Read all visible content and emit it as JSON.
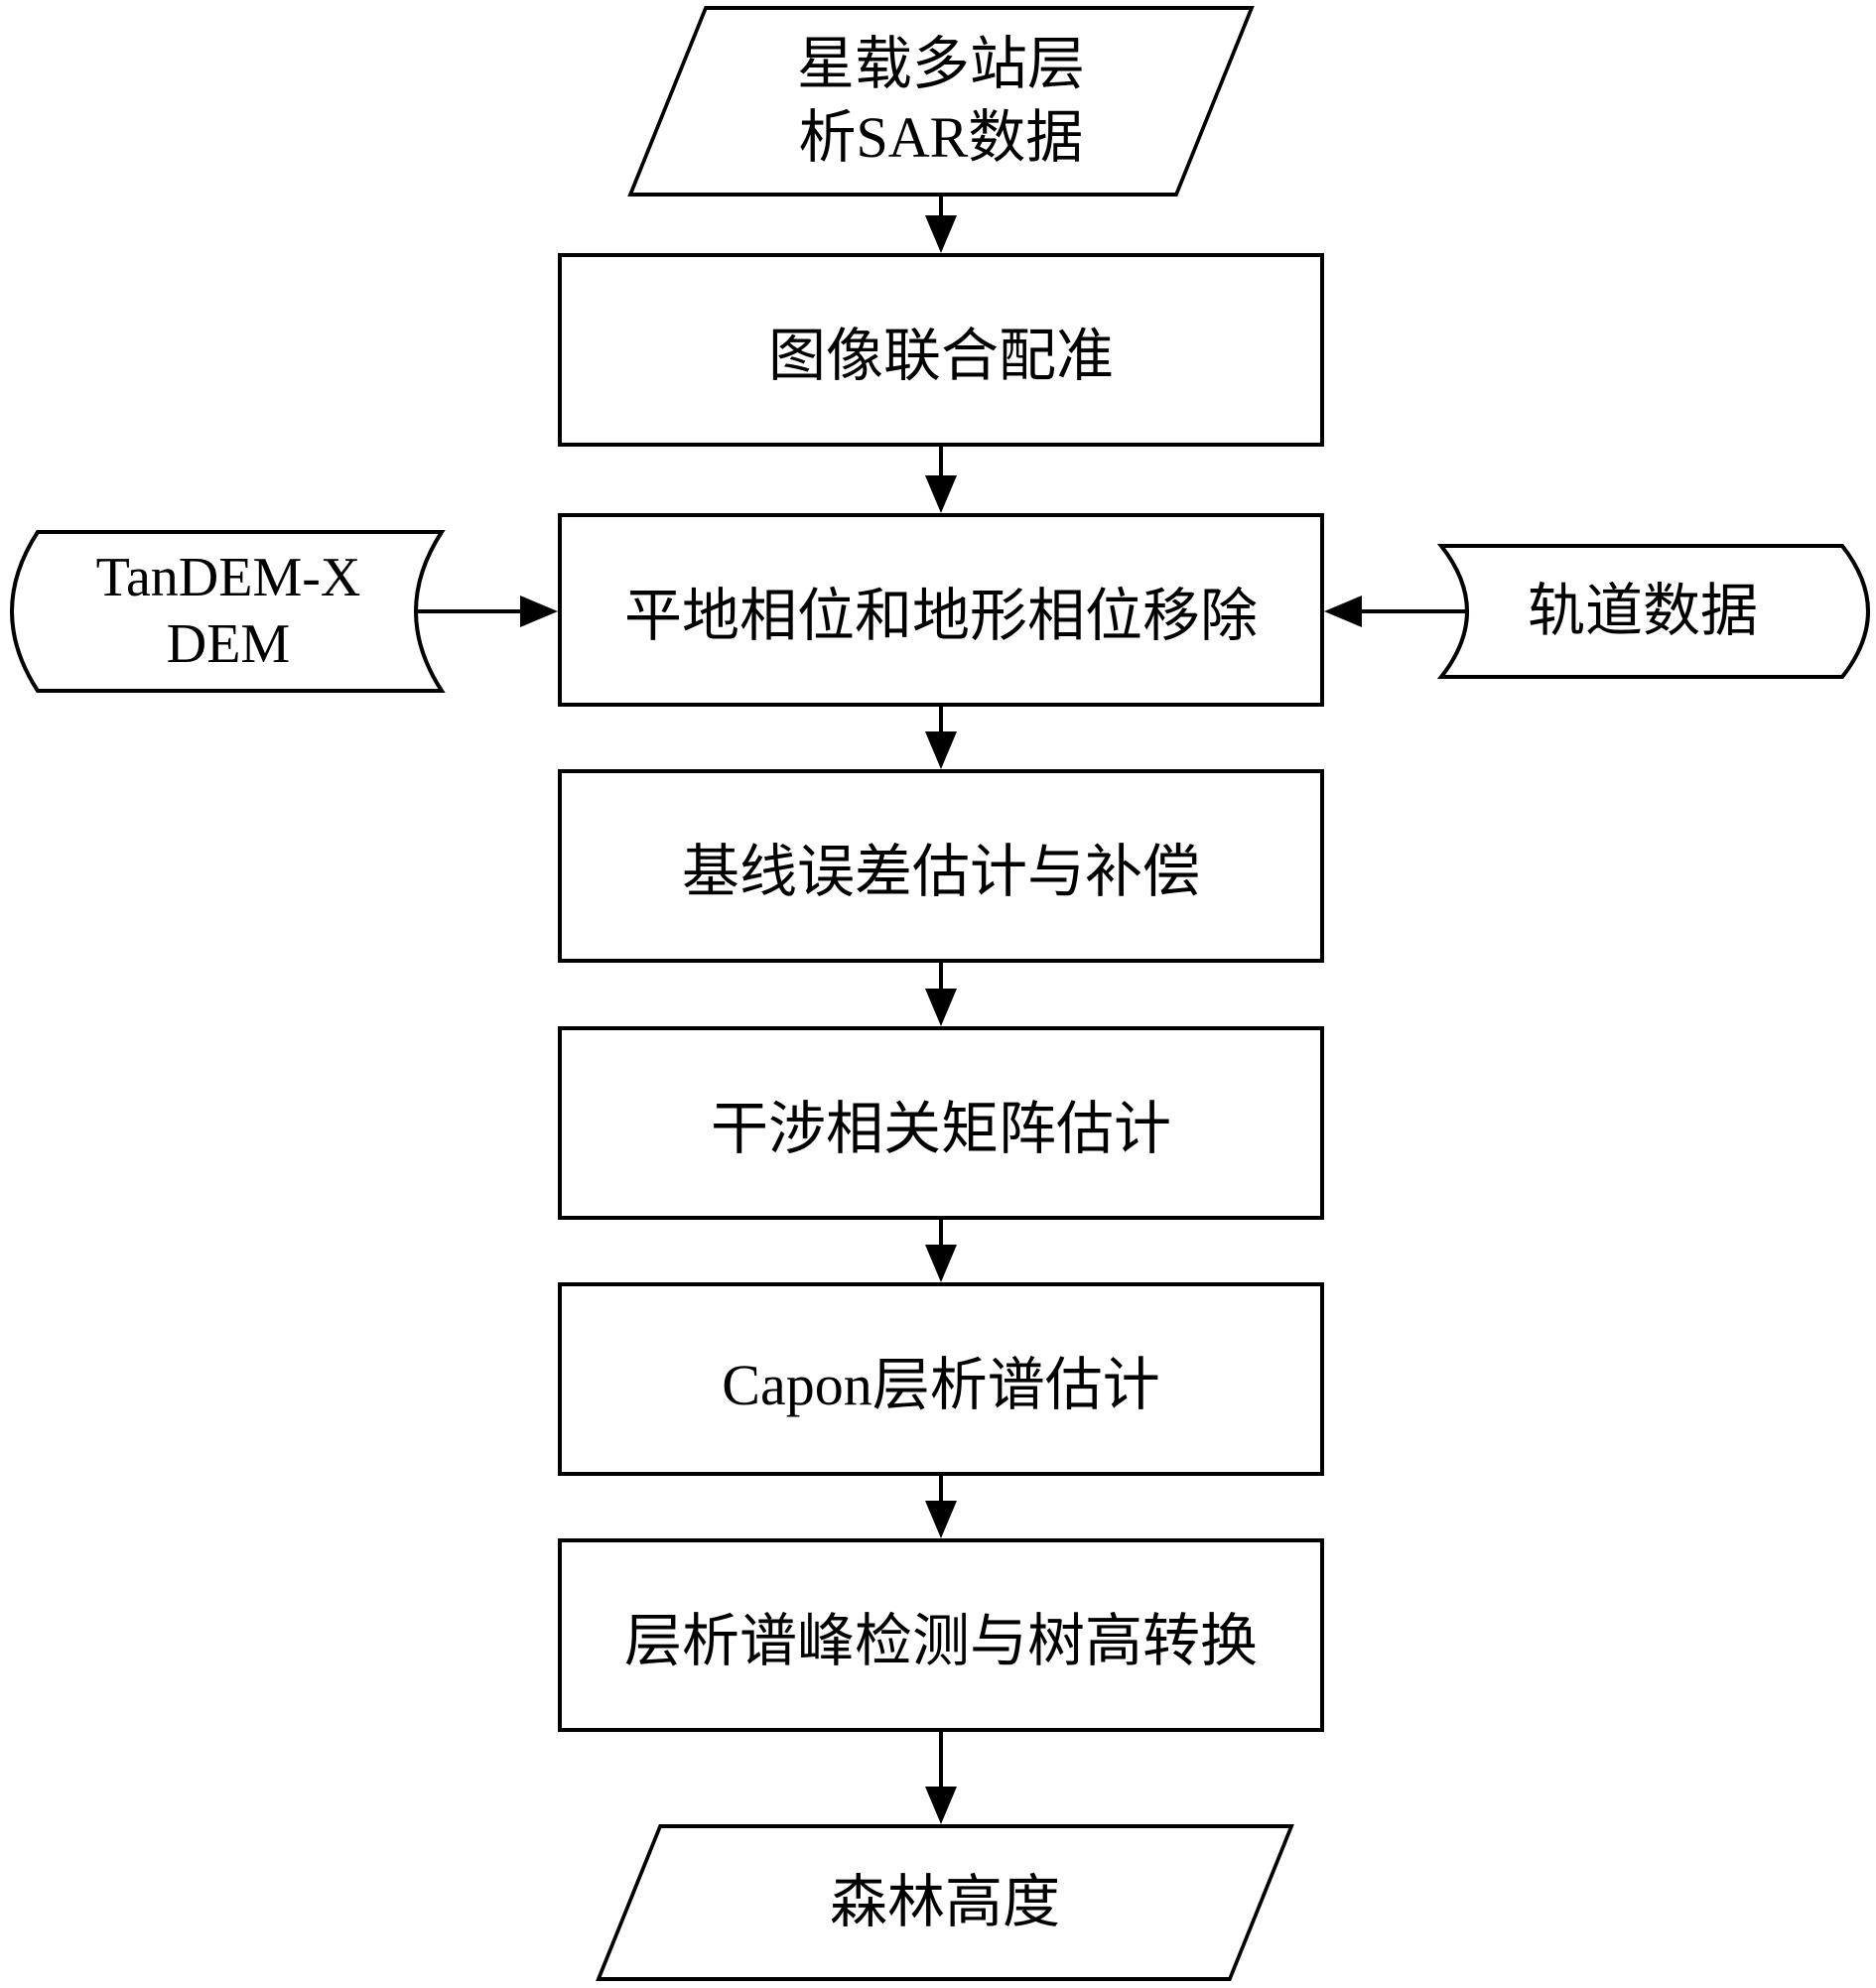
{
  "diagram": {
    "type": "flowchart",
    "language": "zh-CN",
    "colors": {
      "stroke": "#000000",
      "fill": "#ffffff",
      "text": "#000000"
    },
    "nodes": {
      "input_sar": {
        "type": "parallelogram-io",
        "lines": [
          "星载多站层",
          "析SAR数据"
        ]
      },
      "register": {
        "type": "process",
        "label": "图像联合配准"
      },
      "phase_removal": {
        "type": "process",
        "label": "平地相位和地形相位移除"
      },
      "tandem_dem": {
        "type": "stored-data",
        "lines": [
          "TanDEM-X",
          "DEM"
        ]
      },
      "orbit_data": {
        "type": "stored-data",
        "label": "轨道数据"
      },
      "baseline": {
        "type": "process",
        "label": "基线误差估计与补偿"
      },
      "coherence": {
        "type": "process",
        "label": "干涉相关矩阵估计"
      },
      "capon": {
        "type": "process",
        "label": "Capon层析谱估计"
      },
      "peak_detect": {
        "type": "process",
        "label": "层析谱峰检测与树高转换"
      },
      "forest_height": {
        "type": "parallelogram-io",
        "label": "森林高度"
      }
    },
    "edges": [
      {
        "from": "input_sar",
        "to": "register"
      },
      {
        "from": "register",
        "to": "phase_removal"
      },
      {
        "from": "tandem_dem",
        "to": "phase_removal"
      },
      {
        "from": "orbit_data",
        "to": "phase_removal"
      },
      {
        "from": "phase_removal",
        "to": "baseline"
      },
      {
        "from": "baseline",
        "to": "coherence"
      },
      {
        "from": "coherence",
        "to": "capon"
      },
      {
        "from": "capon",
        "to": "peak_detect"
      },
      {
        "from": "peak_detect",
        "to": "forest_height"
      }
    ]
  }
}
